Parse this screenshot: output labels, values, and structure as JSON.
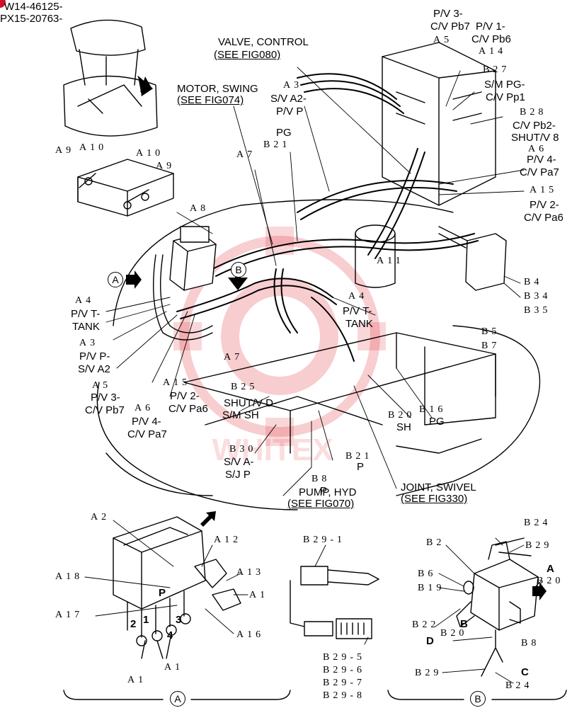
{
  "part_codes": {
    "line1": "W14-46125-",
    "line2": "PX15-20763-"
  },
  "watermark": "WHITEX",
  "callouts": {
    "valve_control": {
      "line1": "VALVE, CONTROL",
      "line2": "(SEE FIG080)"
    },
    "motor_swing": {
      "line1": "MOTOR, SWING",
      "line2": "(SEE FIG074)"
    },
    "pump_hyd": {
      "line1": "PUMP, HYD",
      "line2": "(SEE FIG070)"
    },
    "joint_swivel": {
      "line1": "JOINT, SWIVEL",
      "line2": "(SEE FIG330)"
    }
  },
  "port_labels": {
    "pv3_cvpb7_top": {
      "line1": "P/V 3-",
      "line2": "C/V Pb7"
    },
    "pv1_cvpb6": {
      "line1": "P/V 1-",
      "line2": "C/V Pb6"
    },
    "sm_pg_cvpp1": {
      "line1": "S/M PG-",
      "line2": "C/V Pp1"
    },
    "cvpb2_shutv8": {
      "line1": "C/V Pb2-",
      "line2": "SHUT/V 8"
    },
    "pv4_cvpa7_right": {
      "line1": "P/V 4-",
      "line2": "C/V Pa7"
    },
    "pv2_cvpa6_right": {
      "line1": "P/V 2-",
      "line2": "C/V Pa6"
    },
    "sva2_pvp": {
      "line1": "S/V A2-",
      "line2": "P/V P"
    },
    "pg_top": "PG",
    "pvt_tank_left": {
      "line1": "P/V T-",
      "line2": "TANK"
    },
    "pvp_sva2": {
      "line1": "P/V P-",
      "line2": "S/V A2"
    },
    "pv3_cvpb7_left": {
      "line1": "P/V 3-",
      "line2": "C/V Pb7"
    },
    "pv2_cvpa6_left": {
      "line1": "P/V 2-",
      "line2": "C/V Pa6"
    },
    "pv4_cvpa7_left": {
      "line1": "P/V 4-",
      "line2": "C/V Pa7"
    },
    "pvt_tank_mid": {
      "line1": "P/V T-",
      "line2": "TANK"
    },
    "shutv_d_smsh": {
      "line1": "SHUT/V D-",
      "line2": "S/M SH"
    },
    "sh": "SH",
    "pg_bottom": "PG",
    "sva_sjp": {
      "line1": "S/V A-",
      "line2": "S/J P"
    },
    "p_b21": "P",
    "p_b8": "P"
  },
  "refs": {
    "a5_top": "A5",
    "a14": "A14",
    "b27": "B27",
    "a3_top": "A3",
    "b28": "B28",
    "a6_right": "A6",
    "a15_right": "A15",
    "b21_top": "B21",
    "a7_top": "A7",
    "a9_left": "A9",
    "a10_left": "A10",
    "a10_right": "A10",
    "a9_right": "A9",
    "a8": "A8",
    "a11": "A11",
    "b4": "B4",
    "b34": "B34",
    "b35": "B35",
    "a4_left": "A4",
    "a3_left": "A3",
    "a5_left": "A5",
    "a6_left": "A6",
    "a15_left": "A15",
    "a7_mid": "A7",
    "a4_mid": "A4",
    "b5": "B5",
    "b7": "B7",
    "b25": "B25",
    "b20": "B20",
    "b16": "B16",
    "b30": "B30",
    "b21_bottom": "B21",
    "b8": "B8",
    "det_a2": "A2",
    "det_a12": "A12",
    "det_a18": "A18",
    "det_a13": "A13",
    "det_a1_right": "A1",
    "det_a17": "A17",
    "det_a16": "A16",
    "det_a1_bottom_r": "A1",
    "det_a1_bottom_l": "A1",
    "b29_1": "B29-1",
    "b29_5": "B29-5",
    "b29_6": "B29-6",
    "b29_7": "B29-7",
    "b29_8": "B29-8",
    "det_b24_top": "B24",
    "det_b2": "B2",
    "det_b29_top": "B29",
    "det_b6": "B6",
    "det_b19": "B19",
    "det_b20_top": "B20",
    "det_b22": "B22",
    "det_b20_mid": "B20",
    "det_b8": "B8",
    "det_b29_bottom": "B29",
    "det_b24_bottom": "B24"
  },
  "pilot_port_numbers": {
    "p": "P",
    "n1": "1",
    "n2": "2",
    "n3": "3",
    "n4": "4"
  },
  "detail_letters": {
    "a": "A",
    "b": "B",
    "c": "C",
    "d": "D"
  },
  "view_markers": {
    "a": "A",
    "b": "B"
  }
}
